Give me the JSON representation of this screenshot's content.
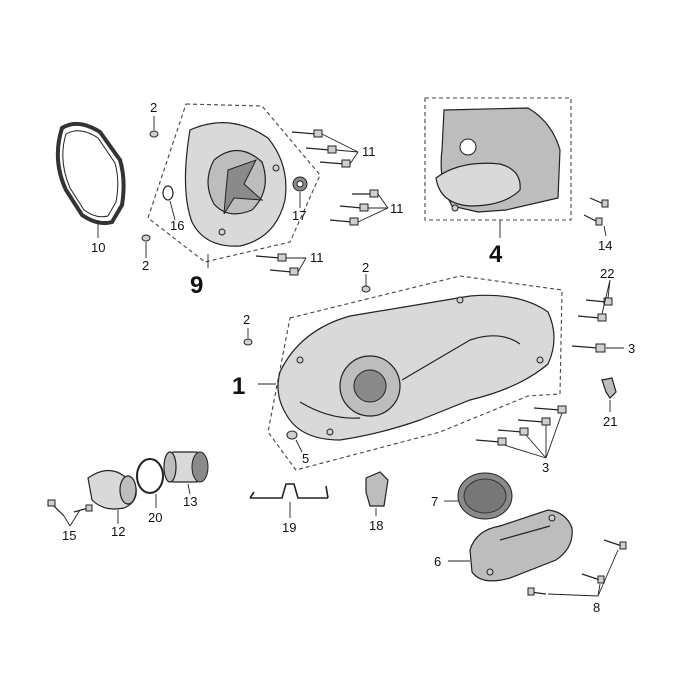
{
  "labels": {
    "p1": "1",
    "p2a": "2",
    "p2b": "2",
    "p2c": "2",
    "p2d": "2",
    "p3a": "3",
    "p3b": "3",
    "p4": "4",
    "p5": "5",
    "p6": "6",
    "p7": "7",
    "p8": "8",
    "p9": "9",
    "p10": "10",
    "p11a": "11",
    "p11b": "11",
    "p11c": "11",
    "p12": "12",
    "p13": "13",
    "p14": "14",
    "p15": "15",
    "p16": "16",
    "p17": "17",
    "p18": "18",
    "p19": "19",
    "p20": "20",
    "p21": "21",
    "p22": "22"
  }
}
